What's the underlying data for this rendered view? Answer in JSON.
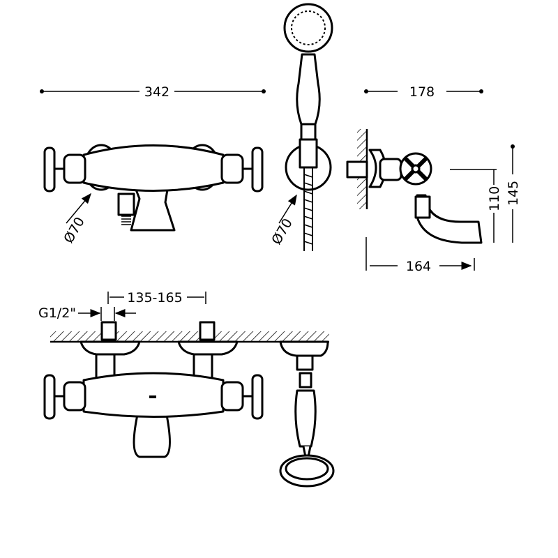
{
  "dimensions": {
    "width_mixer": "342",
    "depth_mixer": "178",
    "diameter_mixer": "Ø70",
    "diameter_shower": "Ø70",
    "height_spout": "110",
    "height_total": "145",
    "spout_projection": "164",
    "connection_thread": "G1/2\"",
    "connection_spacing": "135-165"
  }
}
